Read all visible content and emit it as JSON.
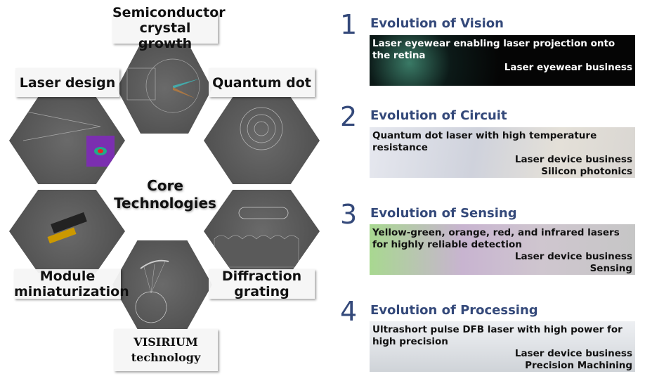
{
  "diagram": {
    "center": [
      "Core",
      "Technologies"
    ],
    "technologies": [
      {
        "id": "semiconductor",
        "label": [
          "Semiconductor",
          "crystal growth"
        ]
      },
      {
        "id": "laser-design",
        "label": [
          "Laser design"
        ]
      },
      {
        "id": "quantum-dot",
        "label": [
          "Quantum dot"
        ]
      },
      {
        "id": "module",
        "label": [
          "Module",
          "miniaturization"
        ]
      },
      {
        "id": "diffraction",
        "label": [
          "Diffraction",
          "grating"
        ]
      },
      {
        "id": "visirium",
        "label": [
          "VISIRIUM",
          "technology"
        ]
      }
    ]
  },
  "evolutions": [
    {
      "number": "1",
      "title": "Evolution of Vision",
      "description": "Laser eyewear enabling laser projection onto the retina",
      "business": [
        "Laser eyewear business"
      ]
    },
    {
      "number": "2",
      "title": "Evolution of Circuit",
      "description": "Quantum dot laser with high temperature resistance",
      "business": [
        "Laser device business",
        "Silicon photonics"
      ]
    },
    {
      "number": "3",
      "title": "Evolution of Sensing",
      "description": "Yellow-green, orange, red, and infrared lasers for highly reliable detection",
      "business": [
        "Laser device business",
        "Sensing"
      ]
    },
    {
      "number": "4",
      "title": "Evolution of Processing",
      "description": "Ultrashort pulse DFB laser with high power for high precision",
      "business": [
        "Laser device business",
        "Precision Machining"
      ]
    }
  ],
  "colors": {
    "accent": "#34497a"
  }
}
